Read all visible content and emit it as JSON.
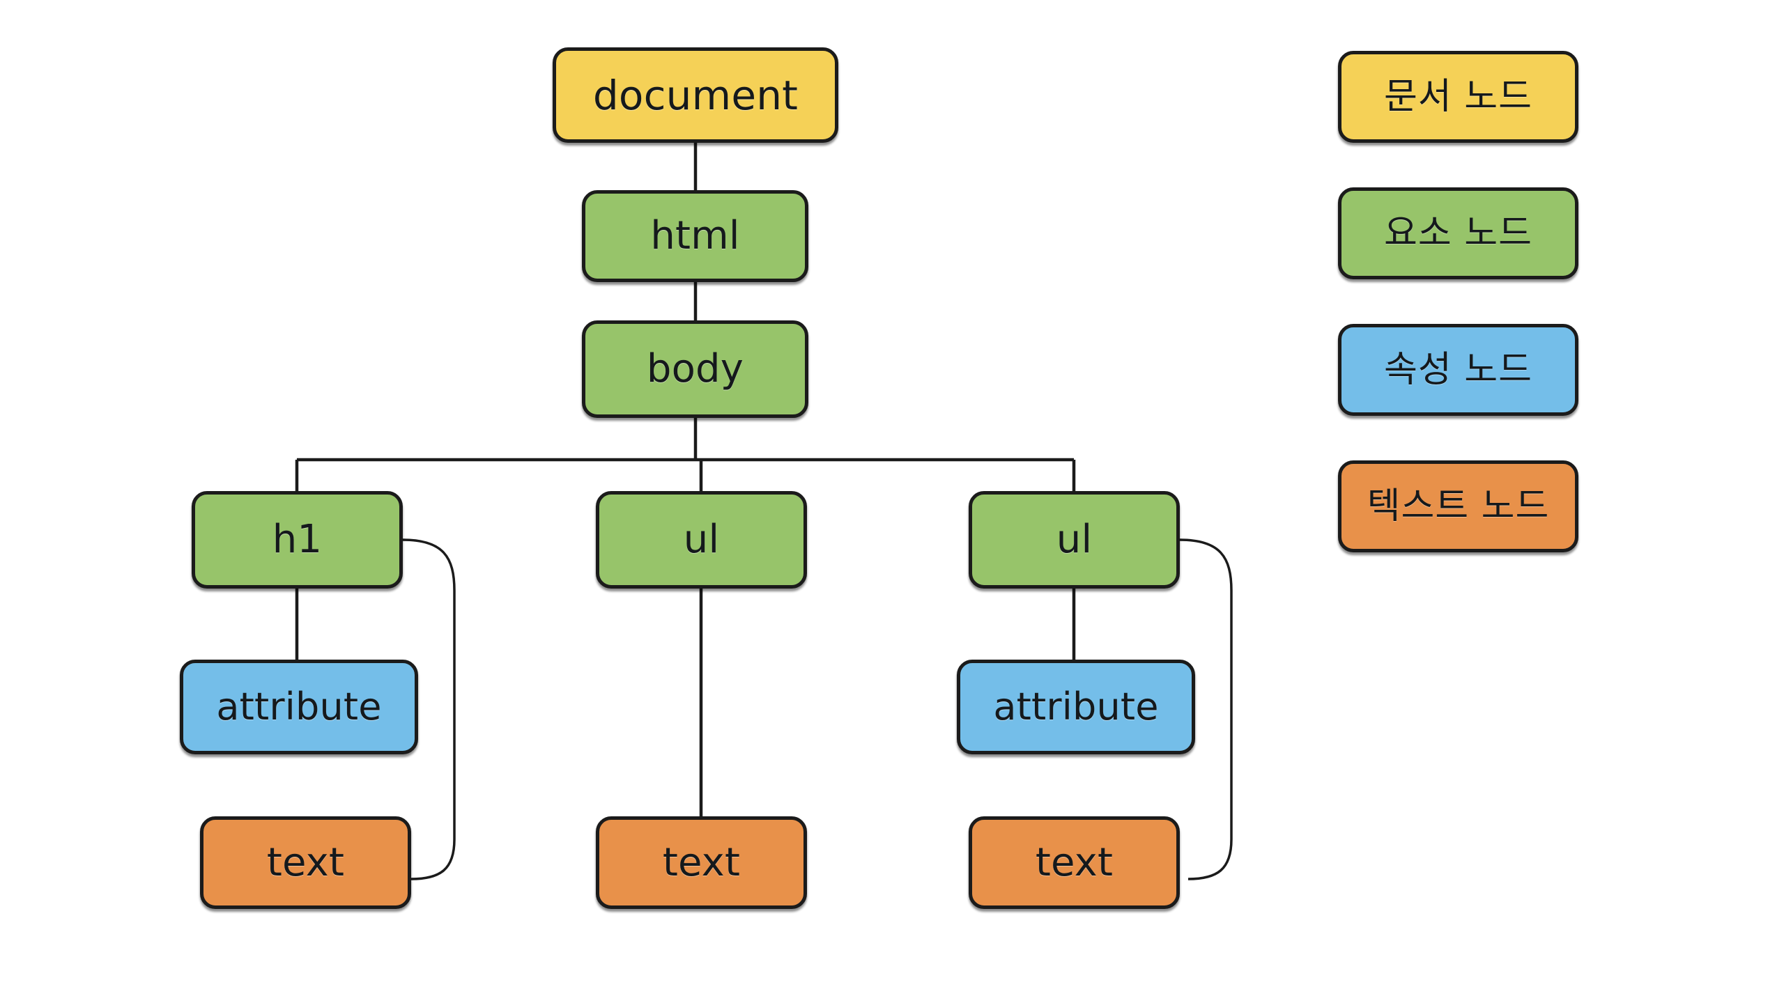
{
  "diagram": {
    "title": "DOM tree structure diagram",
    "background": "#ffffff",
    "colors": {
      "document_node": "#f5d157",
      "element_node": "#97c46a",
      "attribute_node": "#74bee9",
      "text_node": "#e8914a",
      "stroke": "#1b1b1b"
    },
    "nodes": {
      "document": "document",
      "html": "html",
      "body": "body",
      "h1": "h1",
      "ul_middle": "ul",
      "ul_right": "ul",
      "attribute_left": "attribute",
      "attribute_right": "attribute",
      "text_left": "text",
      "text_middle": "text",
      "text_right": "text"
    }
  },
  "legend": {
    "items": [
      {
        "label": "문서 노드",
        "color": "#f5d157",
        "kind": "document-node"
      },
      {
        "label": "요소 노드",
        "color": "#97c46a",
        "kind": "element-node"
      },
      {
        "label": "속성 노드",
        "color": "#74bee9",
        "kind": "attribute-node"
      },
      {
        "label": "텍스트 노드",
        "color": "#e8914a",
        "kind": "text-node"
      }
    ]
  },
  "edges": [
    {
      "from": "document",
      "to": "html",
      "style": "straight"
    },
    {
      "from": "html",
      "to": "body",
      "style": "straight"
    },
    {
      "from": "body",
      "to": "h1",
      "style": "elbow"
    },
    {
      "from": "body",
      "to": "ul_middle",
      "style": "elbow"
    },
    {
      "from": "body",
      "to": "ul_right",
      "style": "elbow"
    },
    {
      "from": "h1",
      "to": "attribute_left",
      "style": "straight"
    },
    {
      "from": "h1",
      "to": "text_left",
      "style": "curve-right"
    },
    {
      "from": "ul_middle",
      "to": "text_middle",
      "style": "straight"
    },
    {
      "from": "ul_right",
      "to": "attribute_right",
      "style": "straight"
    },
    {
      "from": "ul_right",
      "to": "text_right",
      "style": "curve-right"
    }
  ]
}
